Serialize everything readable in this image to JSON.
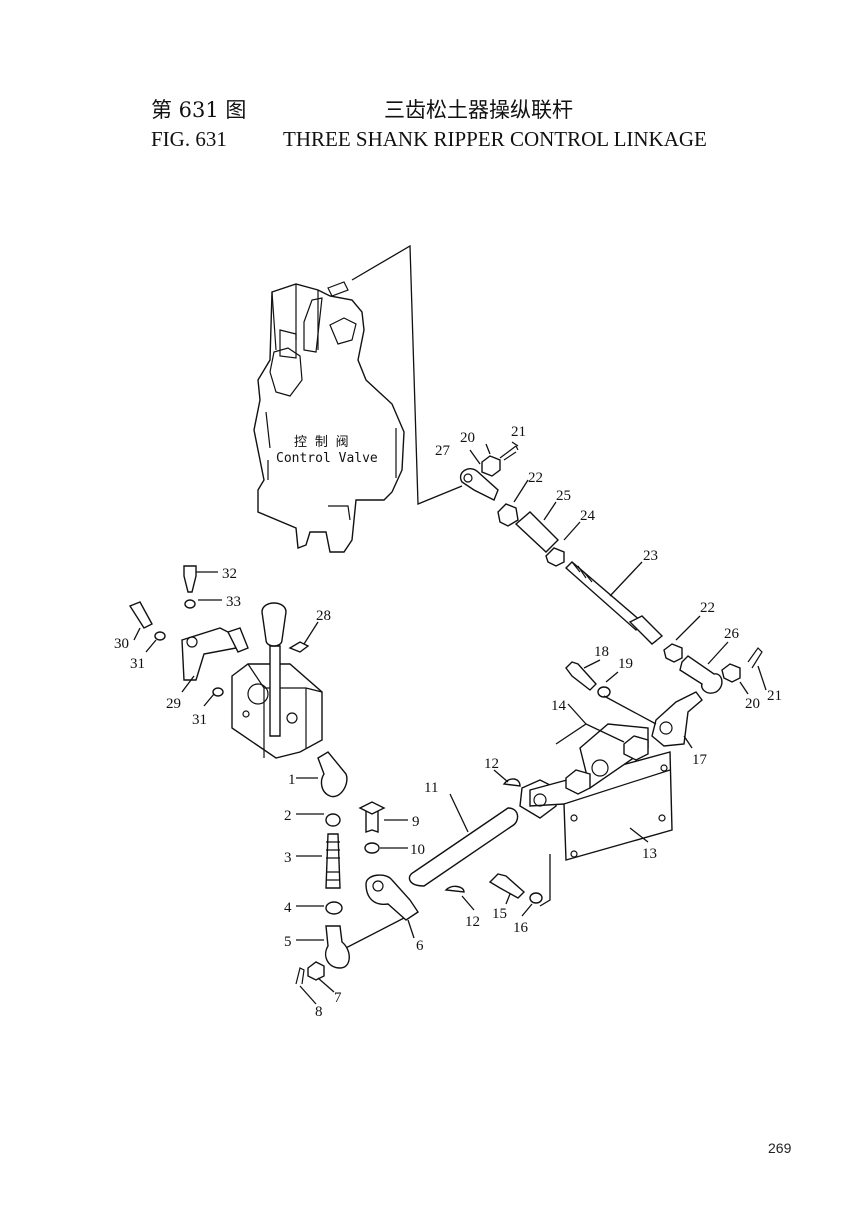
{
  "header": {
    "fig_cn": "第 631 图",
    "title_cn": "三齿松土器操纵联杆",
    "fig_en": "FIG. 631",
    "title_en": "THREE SHANK RIPPER CONTROL LINKAGE"
  },
  "control_valve": {
    "label_cn": "控 制 阀",
    "label_en": "Control Valve"
  },
  "callouts": [
    "1",
    "2",
    "3",
    "4",
    "5",
    "6",
    "7",
    "8",
    "9",
    "10",
    "11",
    "12",
    "12",
    "13",
    "14",
    "15",
    "16",
    "17",
    "18",
    "19",
    "20",
    "20",
    "21",
    "21",
    "22",
    "22",
    "23",
    "24",
    "25",
    "26",
    "27",
    "28",
    "29",
    "30",
    "31",
    "31",
    "32",
    "33"
  ],
  "page_number": "269"
}
